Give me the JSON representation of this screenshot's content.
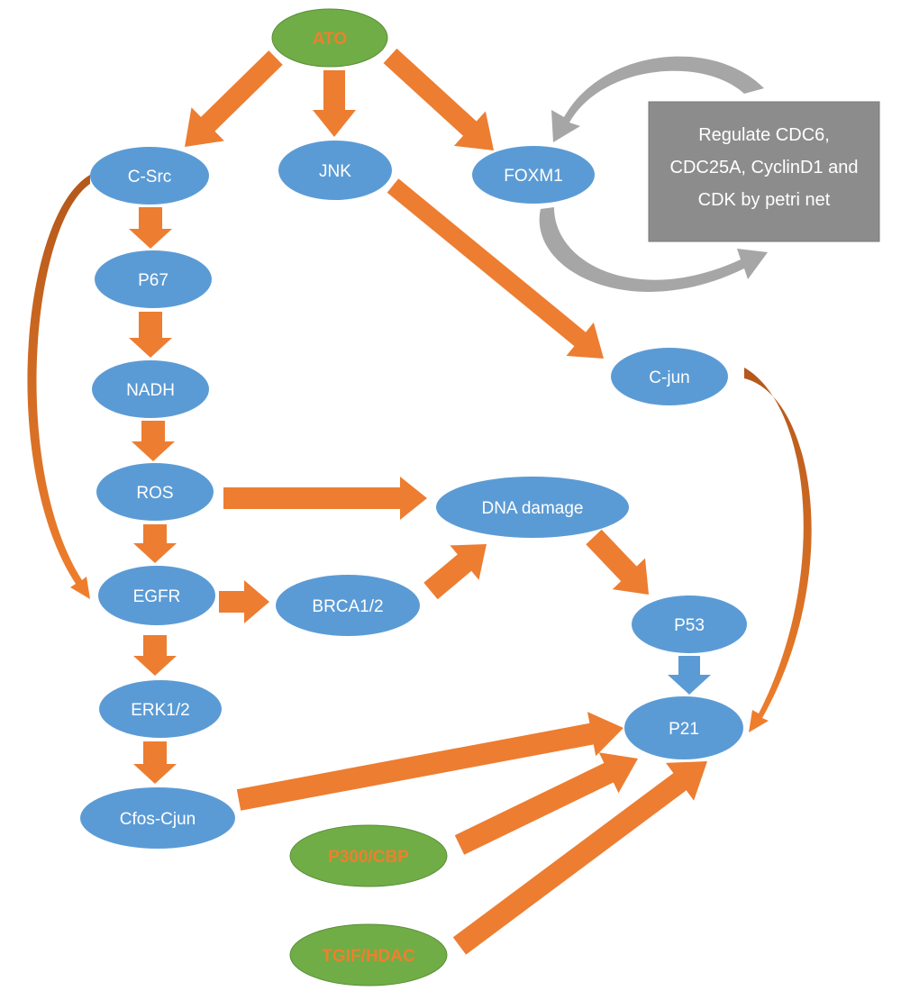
{
  "colors": {
    "node_blue": "#5b9bd5",
    "node_green": "#70ad47",
    "arrow_orange": "#ed7d31",
    "arrow_blue": "#5b9bd5",
    "box_gray": "#8c8c8c",
    "cycle_gray": "#a6a6a6",
    "accent_text": "#f07f2c"
  },
  "nodes": {
    "ato": "ATO",
    "c_src": "C-Src",
    "jnk": "JNK",
    "foxm1": "FOXM1",
    "p67": "P67",
    "nadh": "NADH",
    "ros": "ROS",
    "egfr": "EGFR",
    "erk": "ERK1/2",
    "cfos_cjun": "Cfos-Cjun",
    "c_jun": "C-jun",
    "dna_damage": "DNA damage",
    "brca": "BRCA1/2",
    "p53": "P53",
    "p21": "P21",
    "p300": "P300/CBP",
    "tgif": "TGIF/HDAC"
  },
  "petri_box": {
    "line1": "Regulate CDC6,",
    "line2": "CDC25A, CyclinD1 and",
    "line3": "CDK by petri net"
  }
}
